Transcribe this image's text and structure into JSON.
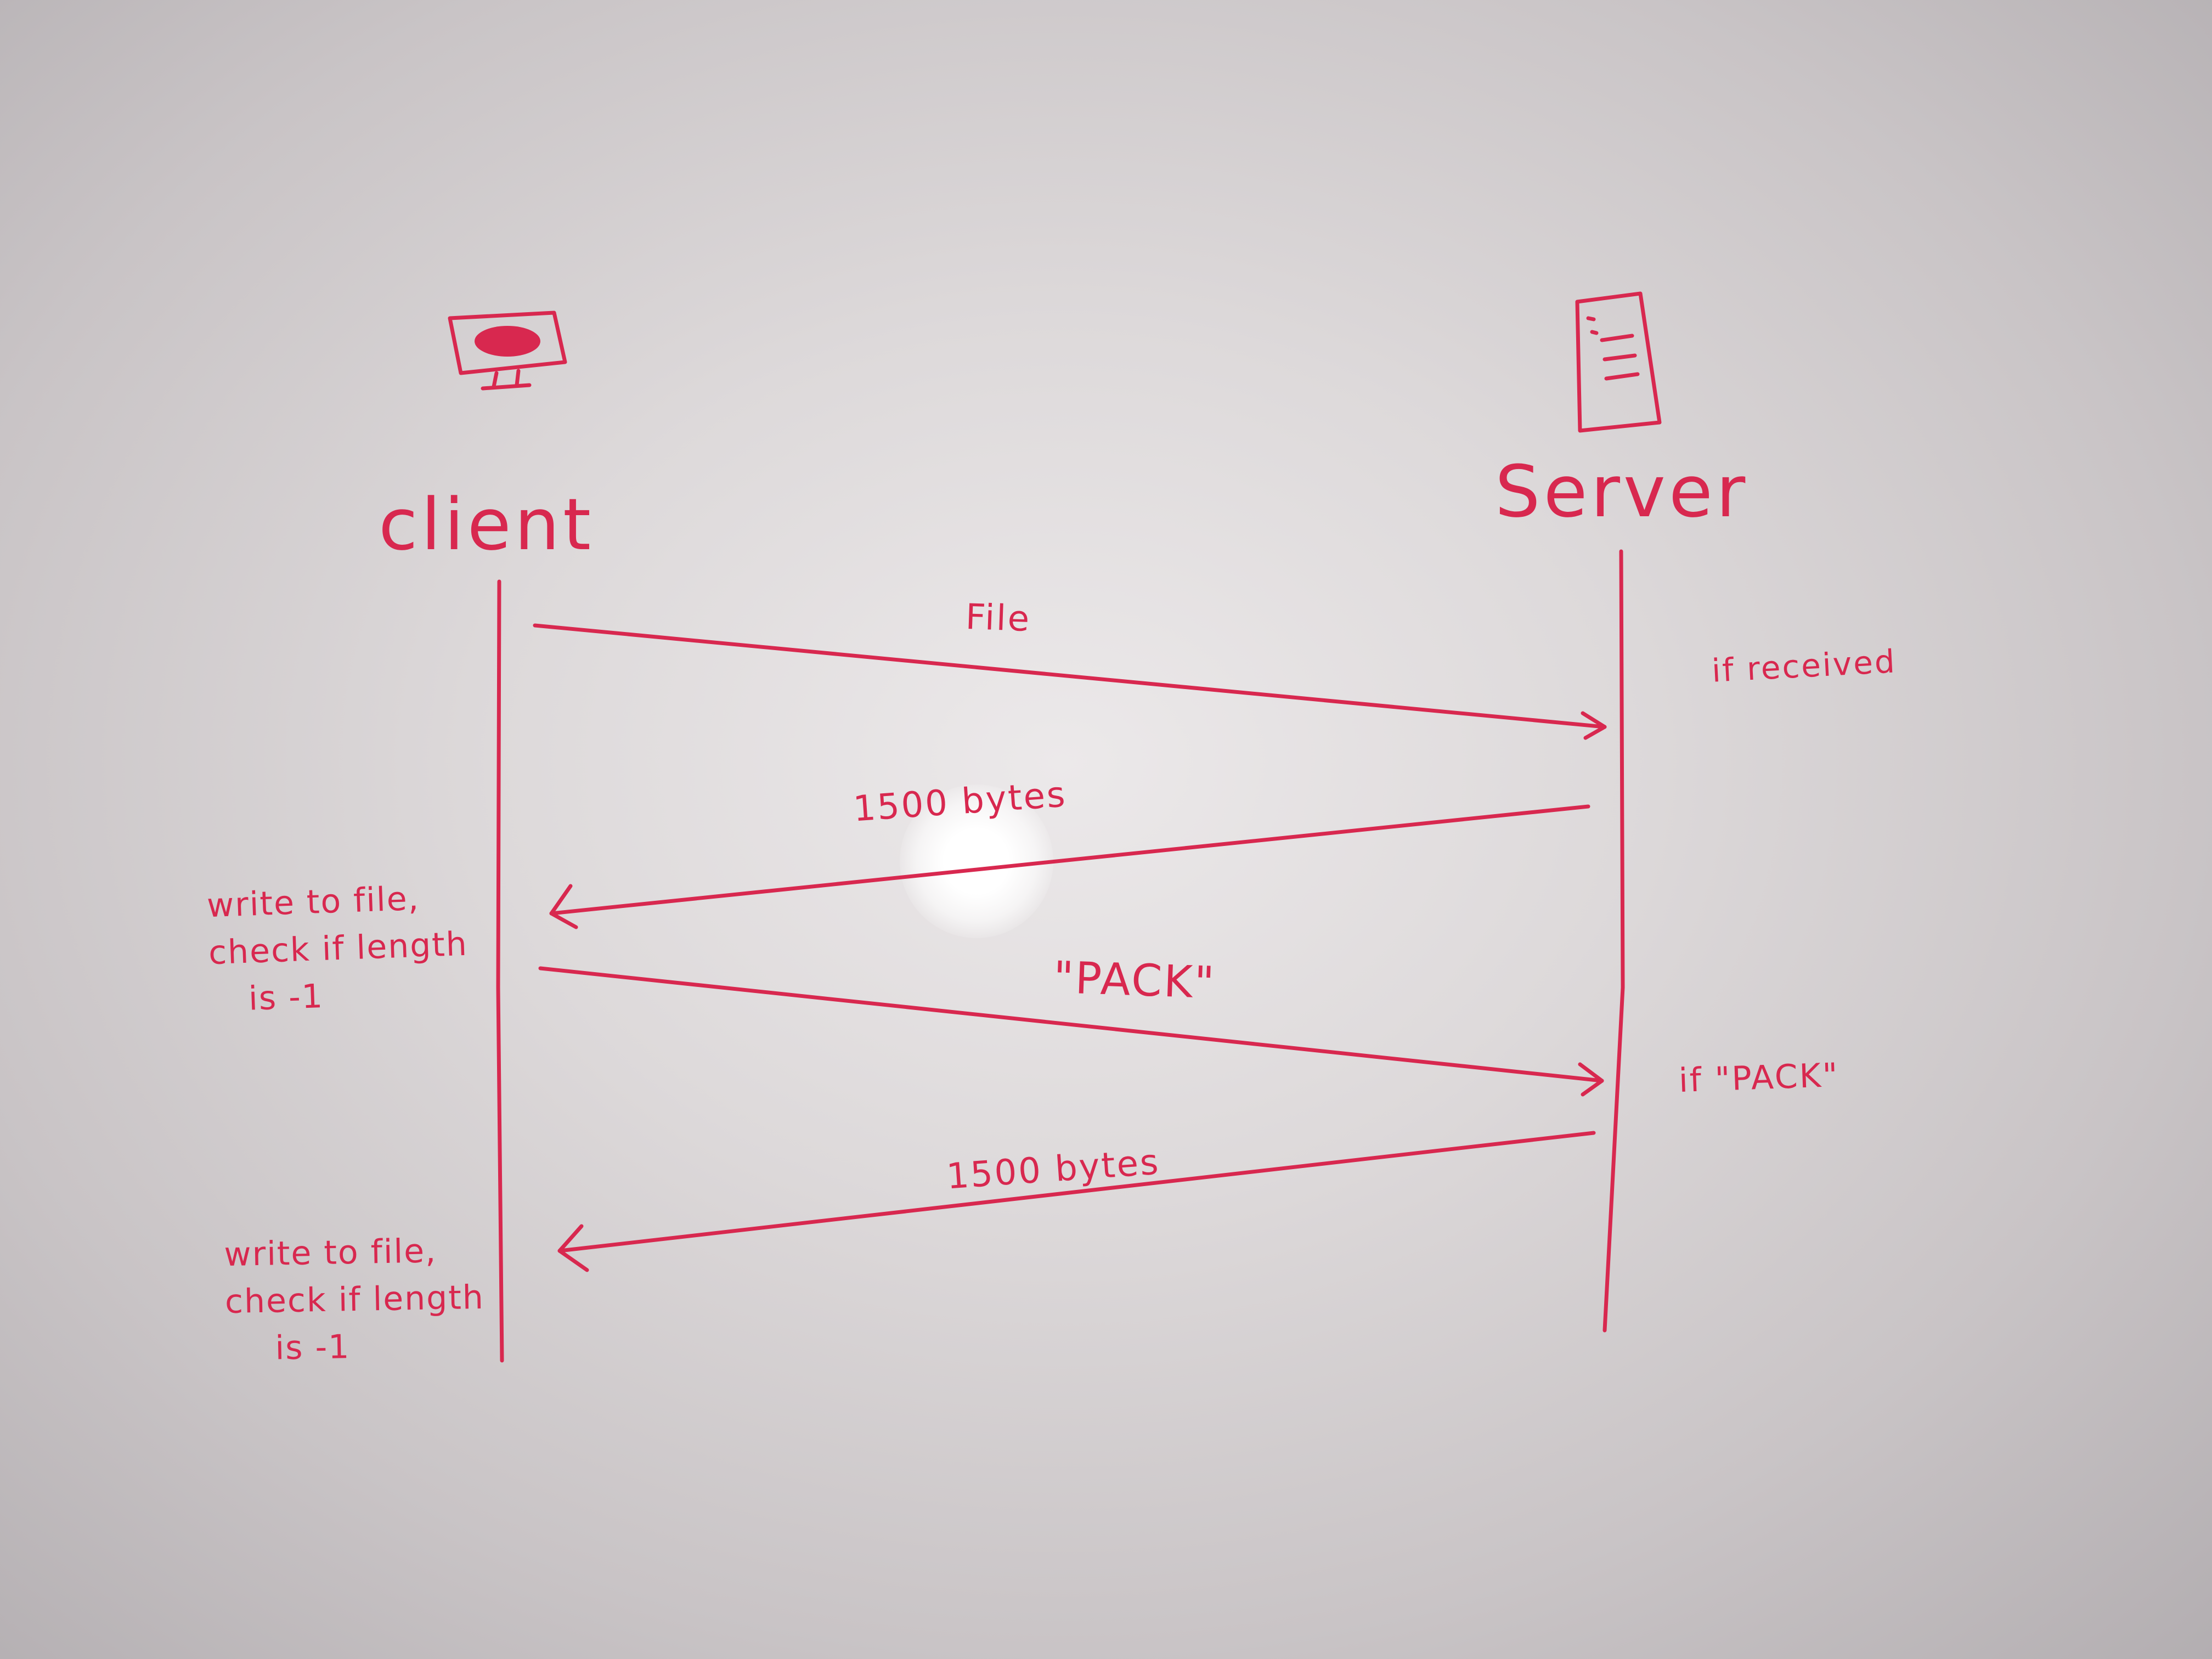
{
  "ink_color": "#d8284f",
  "participants": {
    "client": {
      "label": "client",
      "icon": "monitor-icon"
    },
    "server": {
      "label": "Server",
      "icon": "server-document-icon"
    }
  },
  "messages": [
    {
      "label": "File",
      "direction": "client-to-server"
    },
    {
      "label": "1500 bytes",
      "direction": "server-to-client"
    },
    {
      "label": "\"PACK\"",
      "direction": "client-to-server"
    },
    {
      "label": "1500 bytes",
      "direction": "server-to-client"
    }
  ],
  "notes": {
    "client_1": [
      "write to file,",
      "check if length",
      "is -1"
    ],
    "client_2": [
      "write to file,",
      "check if length",
      "is -1"
    ],
    "server_1": "if received",
    "server_2": "if \"PACK\""
  }
}
